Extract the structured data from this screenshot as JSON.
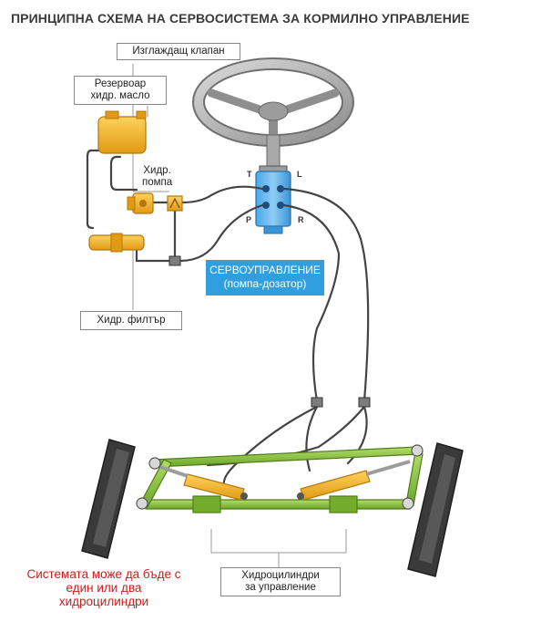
{
  "title": "ПРИНЦИПНА СХЕМА НА СЕРВОСИСТЕМА ЗА КОРМИЛНО УПРАВЛЕНИЕ",
  "labels": {
    "smoothing_valve": "Изглаждащ клапан",
    "reservoir_line1": "Резервоар",
    "reservoir_line2": "хидр. масло",
    "pump_line1": "Хидр.",
    "pump_line2": "помпа",
    "filter": "Хидр. филтър",
    "servo_line1": "СЕРВОУПРАВЛЕНИЕ",
    "servo_line2": "(помпа-дозатор)",
    "cylinders_line1": "Хидроцилиндри",
    "cylinders_line2": "за управление"
  },
  "ports": {
    "t": "T",
    "l": "L",
    "p": "P",
    "r": "R"
  },
  "note": {
    "line1": "Системата може да бъде с",
    "line2": "един или два",
    "line3": "хидроцилиндри"
  },
  "colors": {
    "servo_box": "#2f9fe0",
    "hydraulic_parts": "#f2b431",
    "linkage": "#8dc63f",
    "tyre": "#3a3a3a",
    "hose": "#444444",
    "note_text": "#d11a1a"
  }
}
